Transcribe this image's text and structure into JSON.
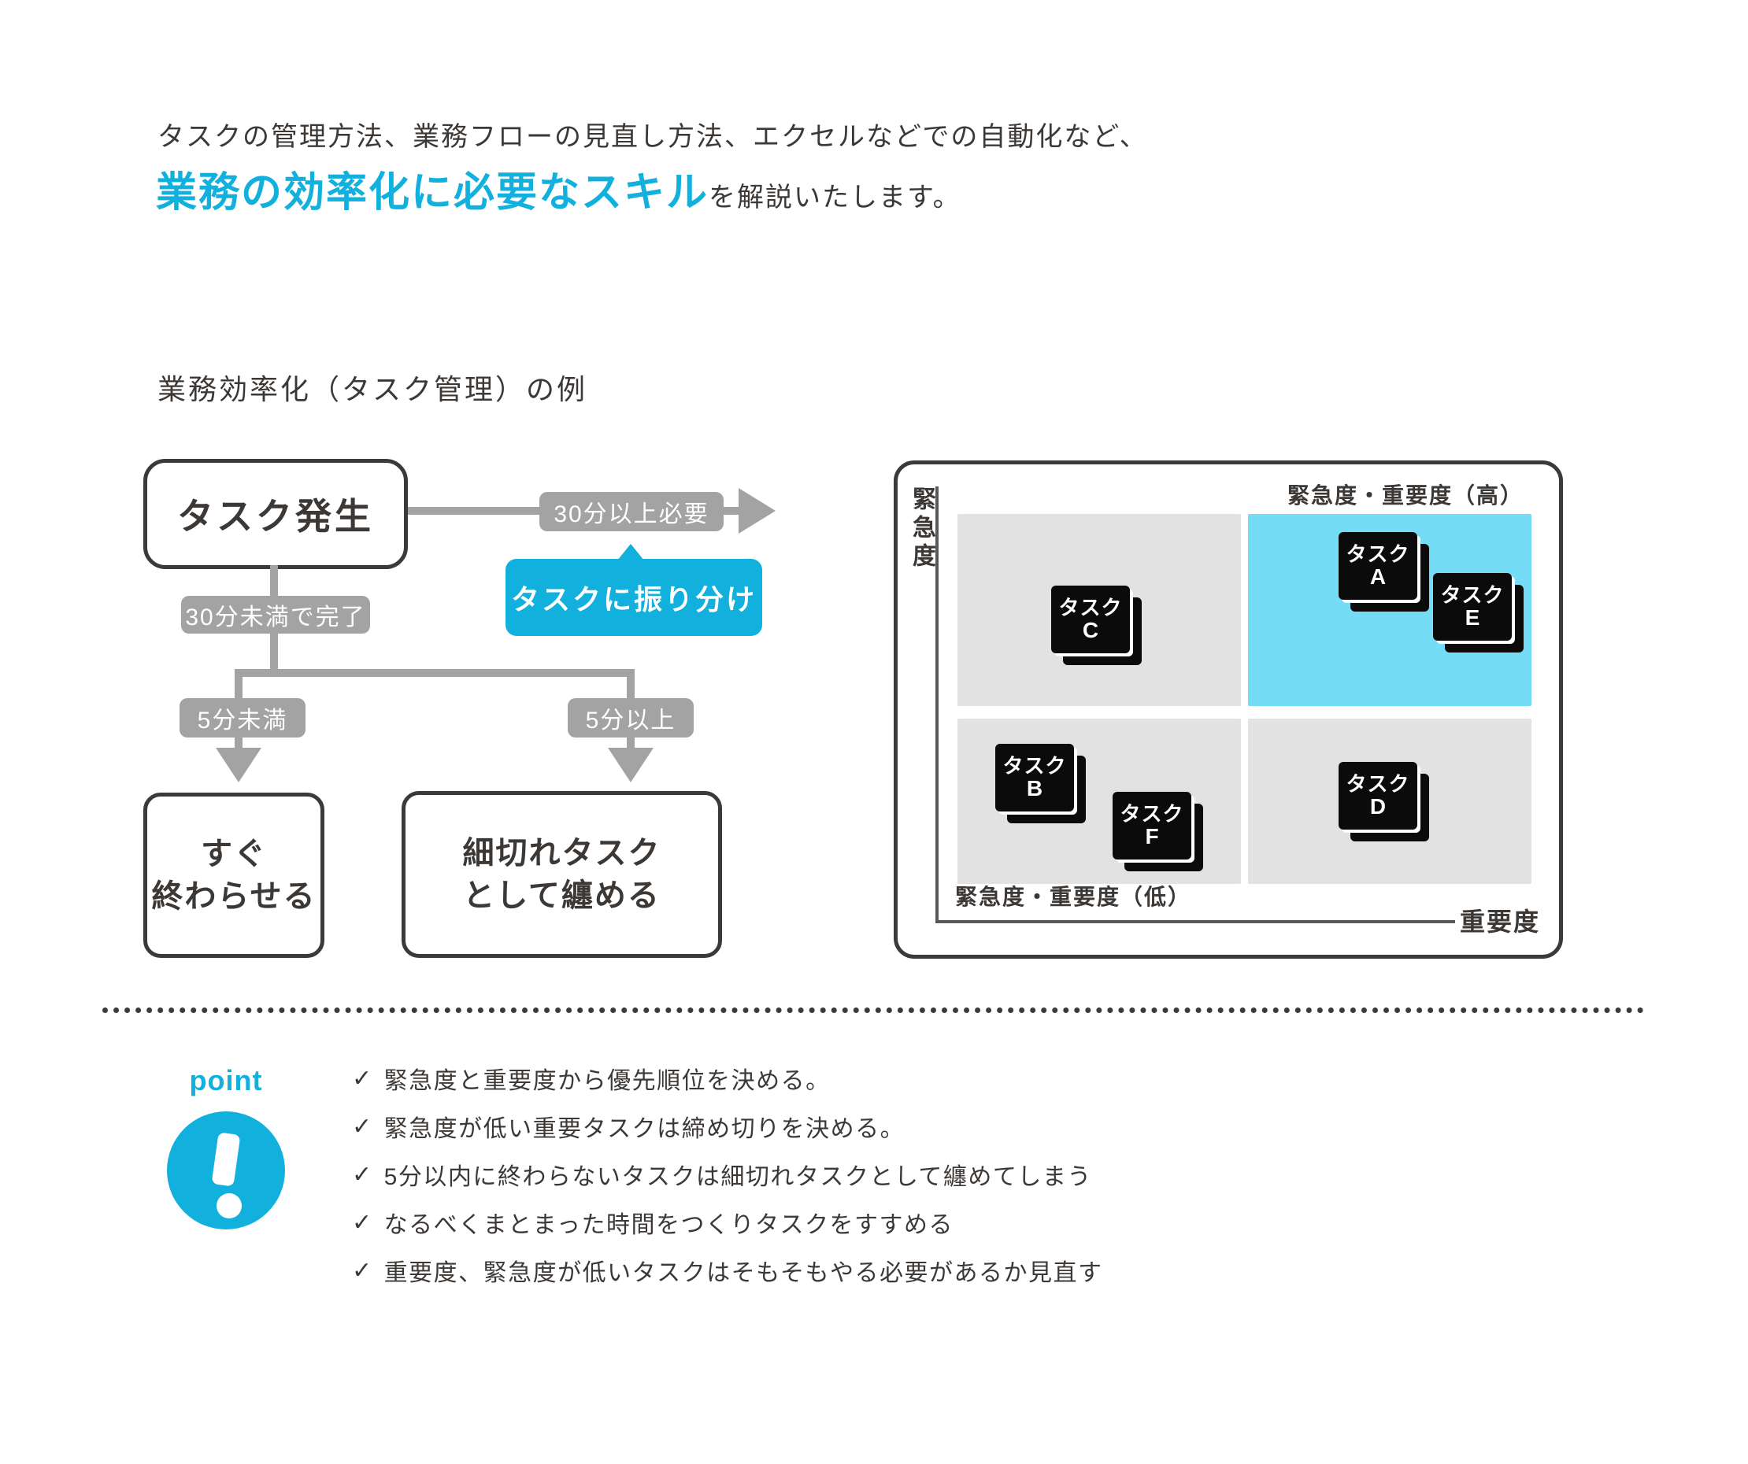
{
  "palette": {
    "accent_cyan": "#12b0dd",
    "quadrant_cyan": "#74dcf5",
    "label_gray": "#a3a3a3",
    "quadrant_gray": "#e2e2e2",
    "text_dark": "#3c3836",
    "border_dark": "#3a3a3a",
    "cube_black": "#0b0b0b"
  },
  "intro": {
    "line1": "タスクの管理方法、業務フローの見直し方法、エクセルなどでの自動化など、",
    "highlight": "業務の効率化に必要なスキル",
    "suffix": "を解説いたします。"
  },
  "section_title": "業務効率化（タスク管理）の例",
  "flowchart": {
    "start": "タスク発生",
    "over30_label": "30分以上必要",
    "assign": "タスクに振り分け",
    "under30_label": "30分未満で完了",
    "under5_label": "5分未満",
    "over5_label": "5分以上",
    "result_quick_line1": "すぐ",
    "result_quick_line2": "終わらせる",
    "result_bundle_line1": "細切れタスク",
    "result_bundle_line2": "として纏める"
  },
  "matrix": {
    "y_axis": "緊急度",
    "x_axis": "重要度",
    "high_label": "緊急度・重要度（高）",
    "low_label": "緊急度・重要度（低）",
    "cube_word": "タスク",
    "cubes": [
      {
        "letter": "A",
        "quadrant": "top-right"
      },
      {
        "letter": "E",
        "quadrant": "top-right"
      },
      {
        "letter": "C",
        "quadrant": "top-left"
      },
      {
        "letter": "B",
        "quadrant": "bottom-left"
      },
      {
        "letter": "F",
        "quadrant": "bottom-left"
      },
      {
        "letter": "D",
        "quadrant": "bottom-right"
      }
    ]
  },
  "point": {
    "badge": "point",
    "icon_glyph": "!",
    "check": "✓",
    "items": [
      "緊急度と重要度から優先順位を決める。",
      "緊急度が低い重要タスクは締め切りを決める。",
      "5分以内に終わらないタスクは細切れタスクとして纏めてしまう",
      "なるべくまとまった時間をつくりタスクをすすめる",
      "重要度、緊急度が低いタスクはそもそもやる必要があるか見直す"
    ]
  }
}
